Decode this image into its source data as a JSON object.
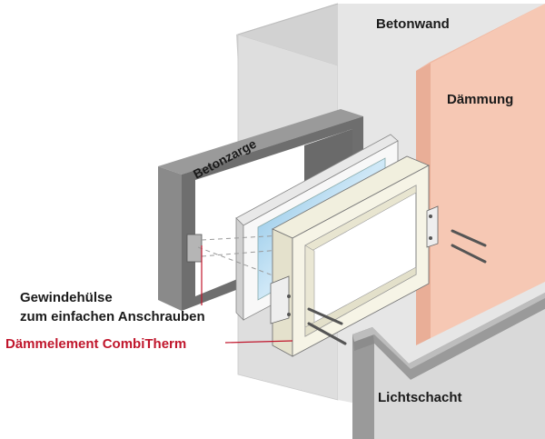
{
  "labels": {
    "betonwand": "Betonwand",
    "daemmung": "Dämmung",
    "betonzarge": "Betonzarge",
    "gewindehuelse_line1": "Gewindehülse",
    "gewindehuelse_line2": "zum einfachen Anschrauben",
    "daemmelement": "Dämmelement CombiTherm",
    "lichtschacht": "Lichtschacht"
  },
  "colors": {
    "wall_front": "#e3e3e3",
    "wall_top": "#cfcfcf",
    "insulation": "#f6c8b4",
    "insulation_side": "#e9ae97",
    "frame_dark": "#6e6e6e",
    "frame_mid": "#9a9a9a",
    "glass": "#a9d4ee",
    "element_fill": "#f1efde",
    "highlight_red": "#c0162c"
  }
}
